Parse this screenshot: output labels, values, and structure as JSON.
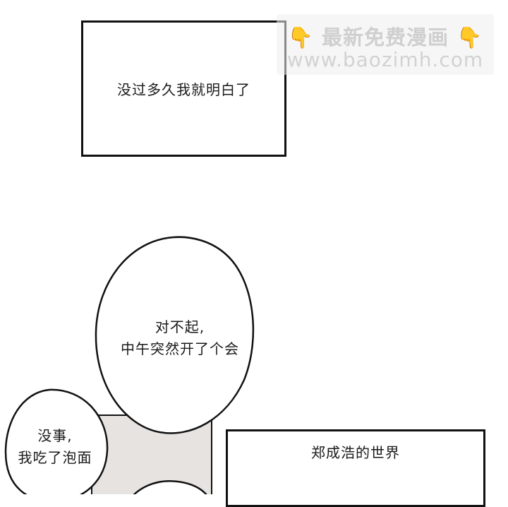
{
  "panels": {
    "top_caption": {
      "text": "没过多久我就明白了"
    },
    "main_bubble": {
      "line1": "对不起,",
      "line2": "中午突然开了个会"
    },
    "small_bubble": {
      "line1": "没事,",
      "line2": "我吃了泡面"
    },
    "bottom_caption": {
      "text": "郑成浩的世界"
    }
  },
  "watermark": {
    "hand_icon": "pointing-down-hand-emoji",
    "title": "最新免费漫画",
    "url": "www.baozimh.com"
  },
  "colors": {
    "ink": "#111111",
    "background": "#ffffff",
    "screen_tone": "#e6e3e0",
    "watermark_text": "#cfcfcf",
    "hand": "#f2c34a"
  }
}
